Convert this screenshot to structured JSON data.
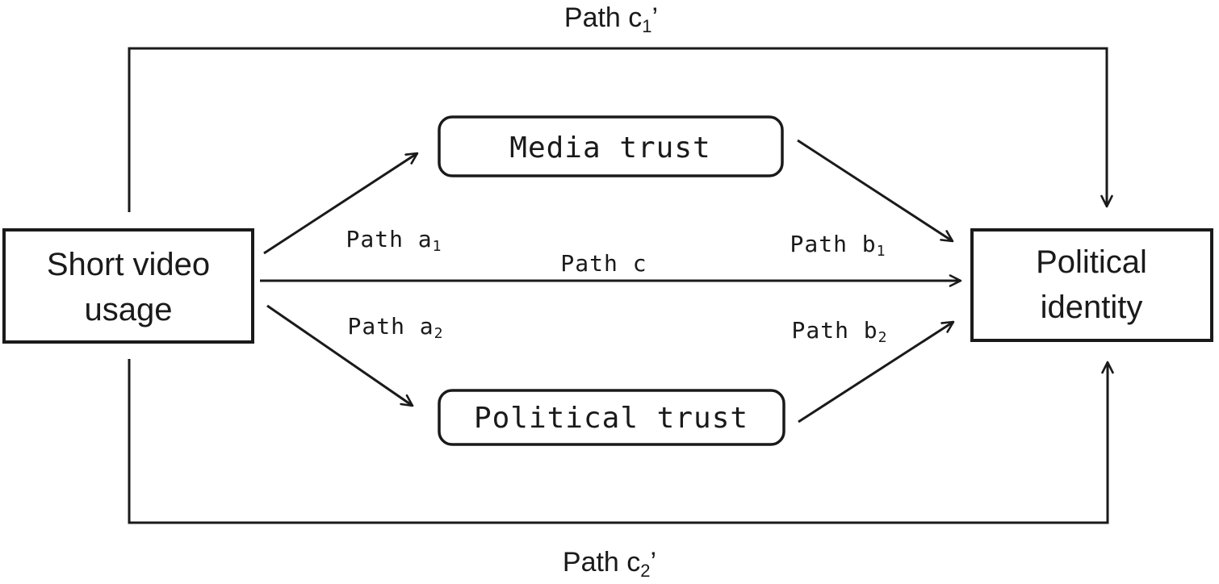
{
  "figure": {
    "background": "#ffffff",
    "ink_color": "#1a1a1a",
    "nodes": {
      "short_video_usage": {
        "line1": "Short video",
        "line2": "usage"
      },
      "media_trust": {
        "label": "Media trust"
      },
      "political_trust": {
        "label": "Political trust"
      },
      "political_identity": {
        "line1": "Political",
        "line2": "identity"
      }
    },
    "path_labels": {
      "c1_prime": {
        "main": "Path c",
        "sub": "1",
        "prime": "’"
      },
      "a1": {
        "main": "Path a",
        "sub": "1"
      },
      "c": {
        "main": "Path c"
      },
      "b1": {
        "main": "Path b",
        "sub": "1"
      },
      "a2": {
        "main": "Path a",
        "sub": "2"
      },
      "b2": {
        "main": "Path b",
        "sub": "2"
      },
      "c2_prime": {
        "main": "Path c",
        "sub": "2",
        "prime": "’"
      }
    }
  }
}
